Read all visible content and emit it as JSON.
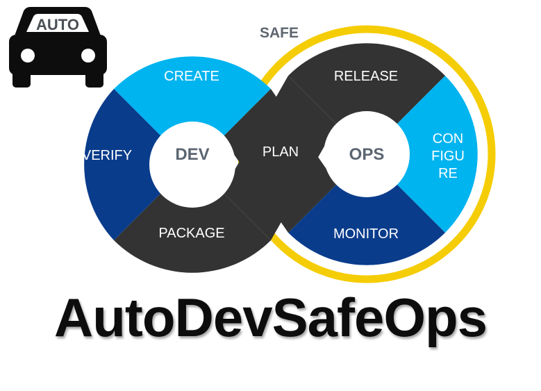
{
  "title": "AutoDevSafeOps",
  "car_badge": {
    "label": "AUTO",
    "icon": "car-icon"
  },
  "safe_ring": {
    "label": "SAFE",
    "color": "#f5cd06"
  },
  "dev_loop": {
    "hub": "DEV",
    "segments": {
      "create": "CREATE",
      "verify": "VERIFY",
      "package": "PACKAGE"
    }
  },
  "ops_loop": {
    "hub": "OPS",
    "segments": {
      "release": "RELEASE",
      "configure_lines": [
        "CON",
        "FIGU",
        "RE"
      ],
      "monitor": "MONITOR"
    }
  },
  "crossing": {
    "label": "PLAN"
  },
  "colors": {
    "light_blue": "#00b4f0",
    "dark_blue": "#0a3c8c",
    "dark_gray": "#333333",
    "hub_text": "#5b6672",
    "yellow": "#f5cd06"
  }
}
